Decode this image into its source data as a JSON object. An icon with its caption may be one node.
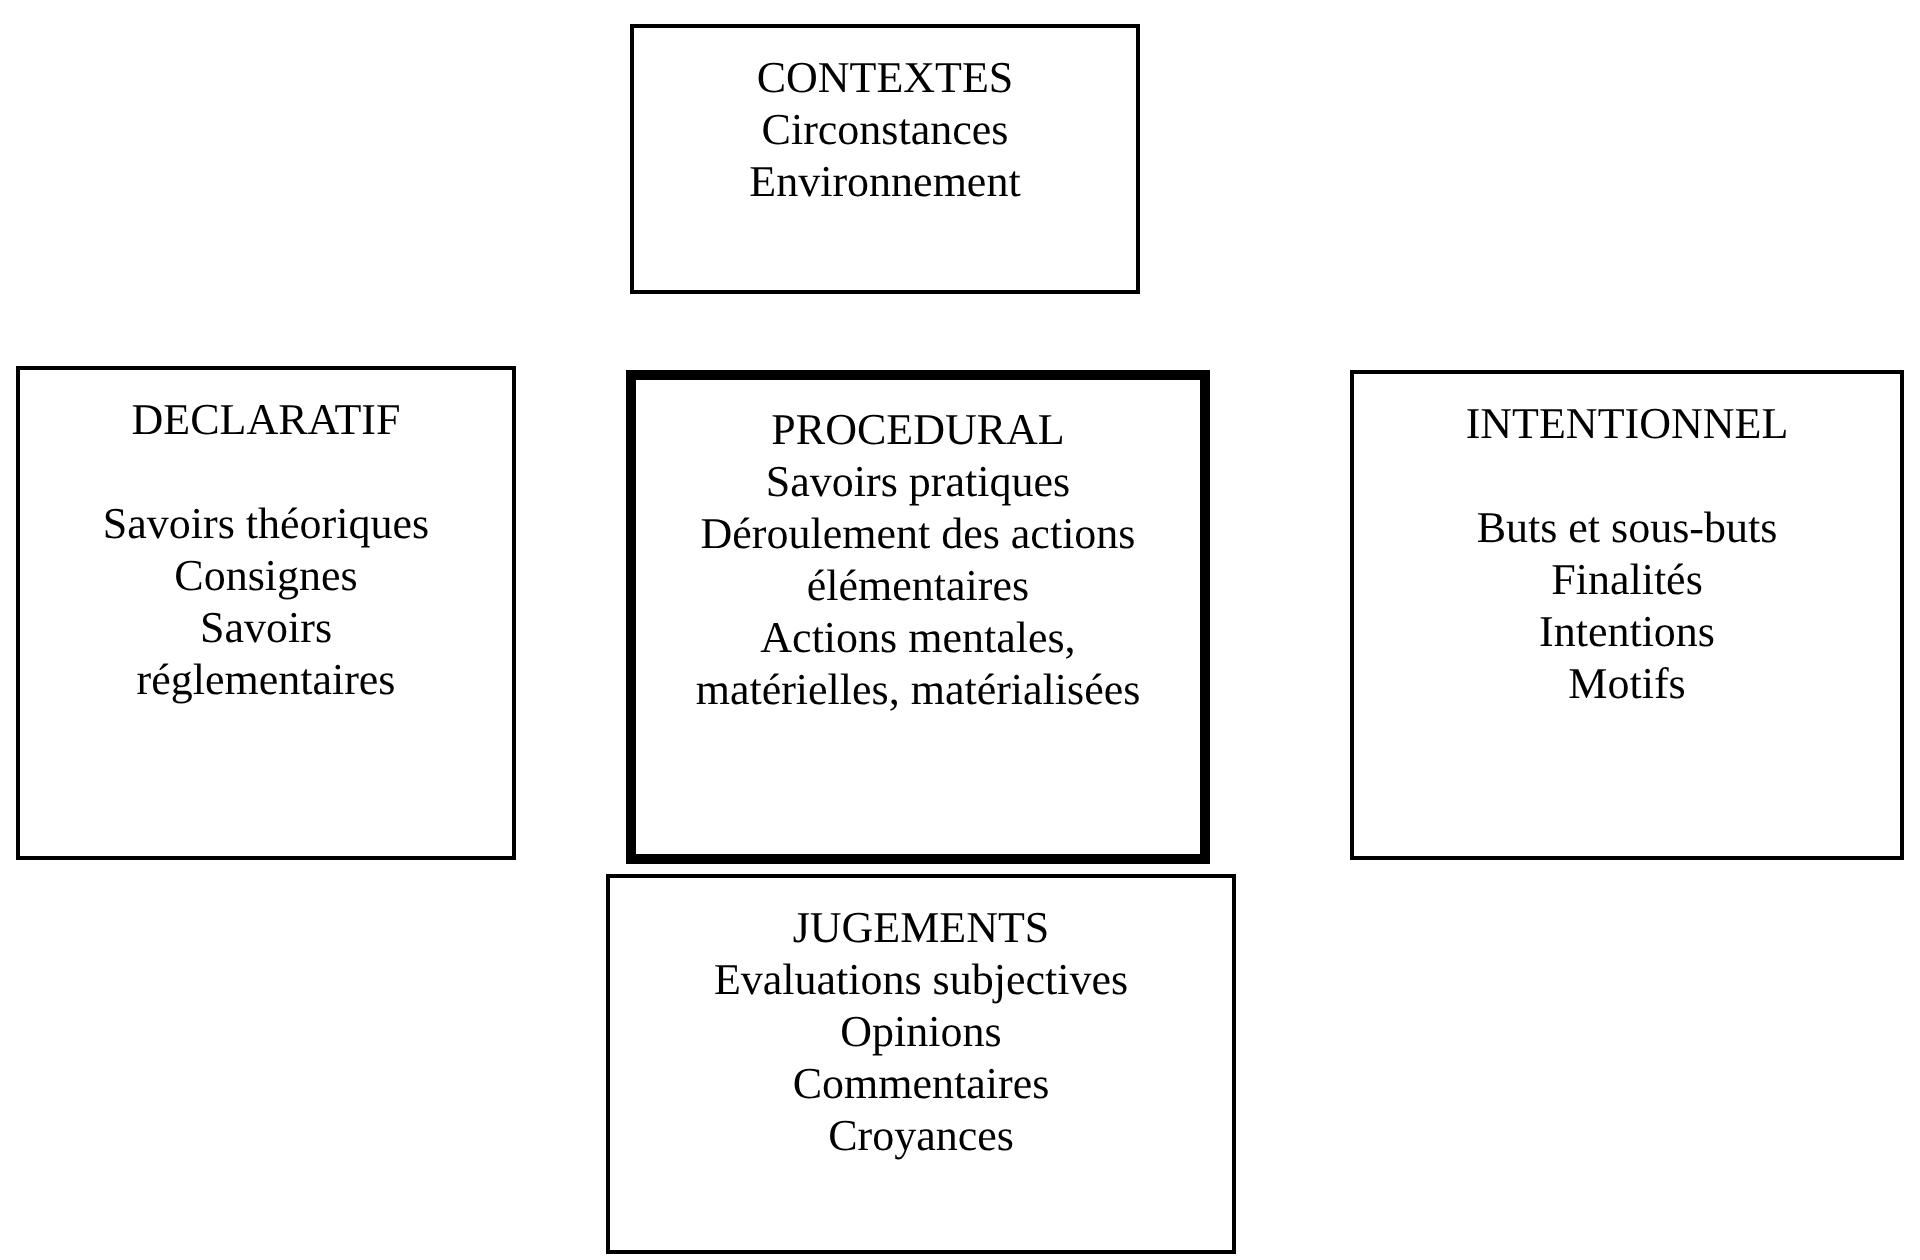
{
  "diagram": {
    "nodes": [
      {
        "text": [
          "CONTEXTES",
          "Circonstances",
          "Environnement"
        ]
      },
      {
        "text": [
          "DECLARATIF",
          "Savoirs théoriques",
          "Consignes",
          "Savoirs réglementaires"
        ]
      },
      {
        "text": [
          "PROCEDURAL",
          "Savoirs pratiques",
          "Déroulement des actions élémentaires",
          "Actions mentales, matérielles, matérialisées"
        ]
      },
      {
        "text": [
          "INTENTIONNEL",
          "Buts et sous-buts",
          "Finalités",
          "Intentions",
          "Motifs"
        ]
      },
      {
        "text": [
          "JUGEMENTS",
          "Evaluations subjectives",
          "Opinions",
          "Commentaires",
          "Croyances"
        ]
      }
    ]
  }
}
